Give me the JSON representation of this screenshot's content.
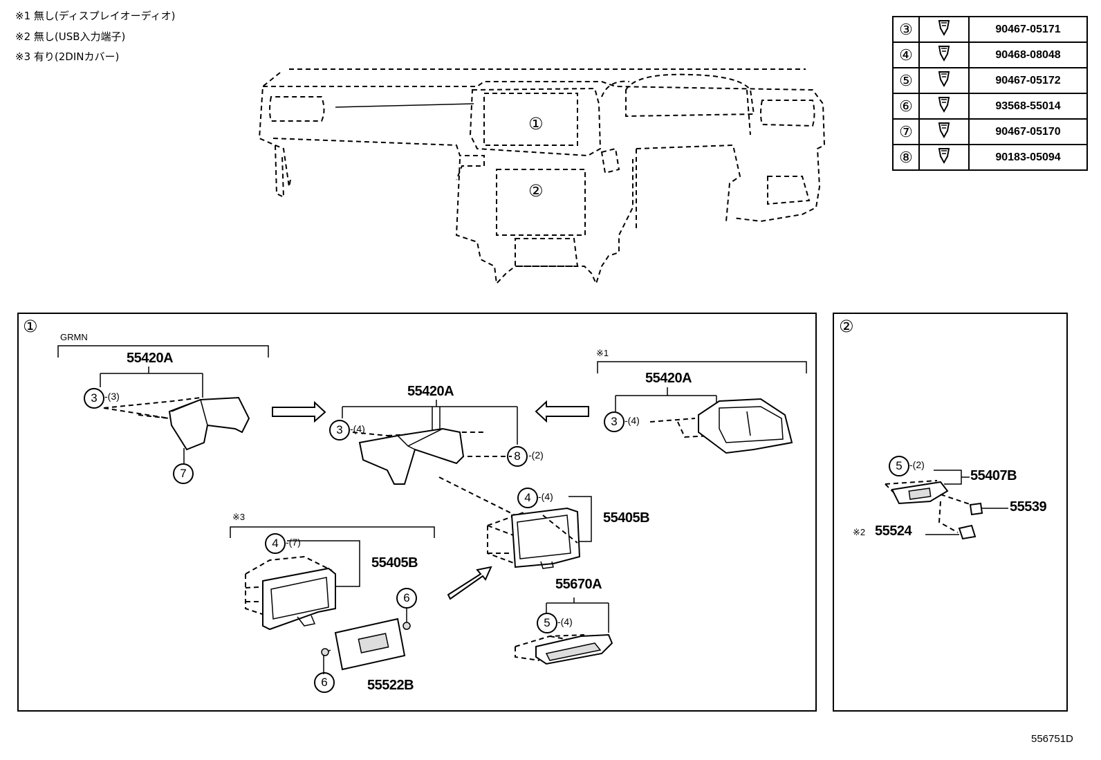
{
  "notes": {
    "n1": "※1 無し(ディスプレイオーディオ)",
    "n2": "※2 無し(USB入力端子)",
    "n3": "※3 有り(2DINカバー)"
  },
  "fastener_table": [
    {
      "ref": "③",
      "part": "90467-05171"
    },
    {
      "ref": "④",
      "part": "90468-08048"
    },
    {
      "ref": "⑤",
      "part": "90467-05172"
    },
    {
      "ref": "⑥",
      "part": "93568-55014"
    },
    {
      "ref": "⑦",
      "part": "90467-05170"
    },
    {
      "ref": "⑧",
      "part": "90183-05094"
    }
  ],
  "overview": {
    "callout1": "①",
    "callout2": "②"
  },
  "panel1": {
    "ref": "①",
    "grmn_label": "GRMN",
    "grmn_part": "55420A",
    "grmn_fastener": "3",
    "grmn_qty": "-(3)",
    "grmn_clip": "7",
    "center_part": "55420A",
    "center_fastener_left": "3",
    "center_qty_left": "-(4)",
    "center_fastener_right": "8",
    "center_qty_right": "-(2)",
    "note1_mark": "※1",
    "note1_part": "55420A",
    "note1_fastener": "3",
    "note1_qty": "-(4)",
    "frame_part": "55405B",
    "frame_fastener": "4",
    "frame_qty": "-(4)",
    "note3_mark": "※3",
    "cover_part": "55405B",
    "cover_fastener": "4",
    "cover_qty": "-(7)",
    "plate_part": "55522B",
    "screw_a": "6",
    "screw_b": "6",
    "box_part": "55670A",
    "box_fastener": "5",
    "box_qty": "-(4)"
  },
  "panel2": {
    "ref": "②",
    "bracket_part": "55407B",
    "fastener": "5",
    "qty": "-(2)",
    "part_55539": "55539",
    "note2_mark": "※2",
    "part_55524": "55524"
  },
  "diagram_id": "556751D"
}
